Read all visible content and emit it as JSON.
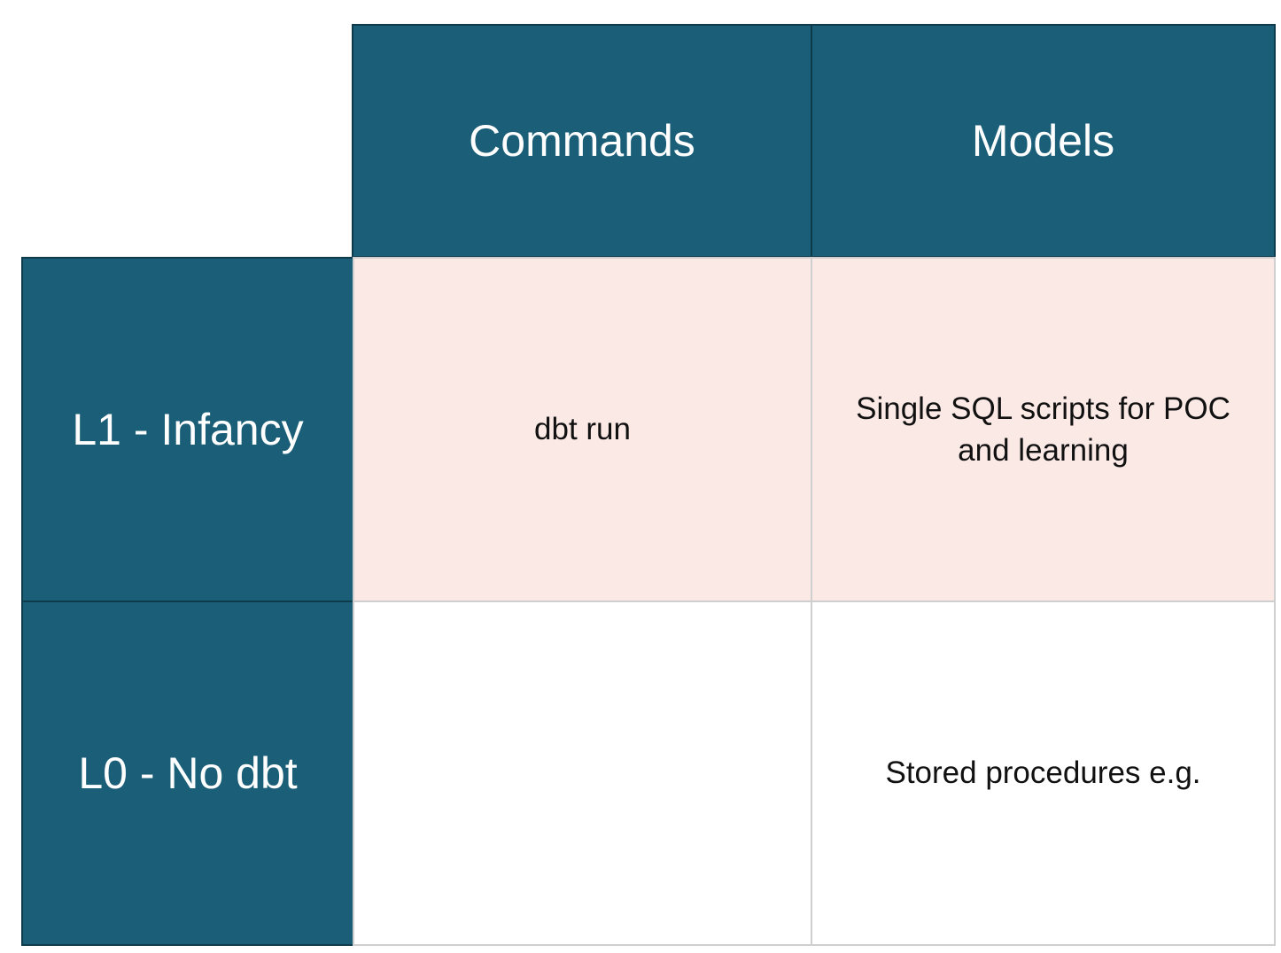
{
  "columns": {
    "commands": "Commands",
    "models": "Models"
  },
  "rows": [
    {
      "label": "L1 - Infancy",
      "commands": "dbt run",
      "models": "Single SQL scripts for POC and learning"
    },
    {
      "label": "L0 - No dbt",
      "commands": "",
      "models": "Stored procedures e.g."
    }
  ],
  "colors": {
    "header_bg": "#1b5e78",
    "header_border": "#0d3b4c",
    "header_text": "#ffffff",
    "row1_bg": "#fbe9e6",
    "row2_bg": "#ffffff",
    "grid_line": "#cfcfcf"
  }
}
